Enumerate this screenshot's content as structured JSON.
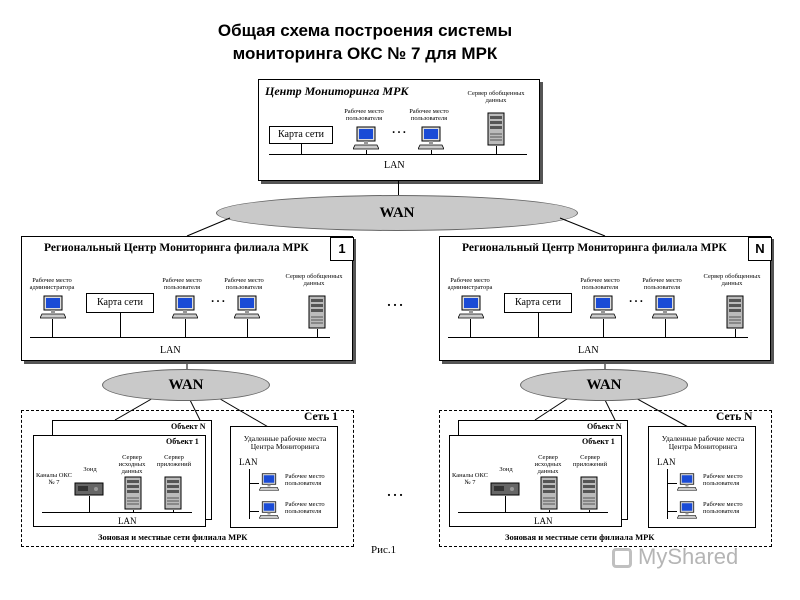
{
  "title_line1": "Общая схема построения системы",
  "title_line2": "мониторинга ОКС № 7 для МРК",
  "center": {
    "title": "Центр Мониторинга МРК",
    "map": "Карта сети",
    "workstation1": "Рабочее место пользователя",
    "workstation2": "Рабочее место пользователя",
    "server": "Сервер обобщенных данных",
    "lan": "LAN",
    "dots": "…"
  },
  "wan_top": "WAN",
  "regional_1": {
    "title": "Региональный Центр Мониторинга филиала МРК",
    "number": "1",
    "admin": "Рабочее место администратора",
    "map": "Карта сети",
    "workstation1": "Рабочее место пользователя",
    "workstation2": "Рабочее место пользователя",
    "server": "Сервер обобщенных данных",
    "lan": "LAN",
    "dots": "…"
  },
  "regional_n": {
    "title": "Региональный Центр Мониторинга филиала МРК",
    "number": "N",
    "admin": "Рабочее место администратора",
    "map": "Карта сети",
    "workstation1": "Рабочее место пользователя",
    "workstation2": "Рабочее место пользователя",
    "server": "Сервер обобщенных данных",
    "lan": "LAN",
    "dots": "…"
  },
  "between_dots": "…",
  "wan_left": "WAN",
  "wan_right": "WAN",
  "zone_1": {
    "net_label": "Сеть 1",
    "object_n": "Объект N",
    "object_1": "Объект 1",
    "channels": "Каналы ОКС № 7",
    "probe": "Зонд",
    "server_src": "Сервер исходных данных",
    "server_app": "Сервер приложений",
    "lan": "LAN",
    "remote_title": "Удаленные рабочие места Центра Мониторинга",
    "remote_lan": "LAN",
    "remote_ws1": "Рабочее место пользователя",
    "remote_ws2": "Рабочее место пользователя",
    "footer": "Зоновая и местные сети филиала МРК"
  },
  "zone_n": {
    "net_label": "Сеть N",
    "object_n": "Объект N",
    "object_1": "Объект 1",
    "channels": "Каналы ОКС № 7",
    "probe": "Зонд",
    "server_src": "Сервер исходных данных",
    "server_app": "Сервер приложений",
    "lan": "LAN",
    "remote_title": "Удаленные рабочие места Центра Мониторинга",
    "remote_lan": "LAN",
    "remote_ws1": "Рабочее место пользователя",
    "remote_ws2": "Рабочее место пользователя",
    "footer": "Зоновая и местные сети филиала МРК"
  },
  "bottom_dots": "…",
  "caption": "Рис.1",
  "watermark": "MyShared"
}
